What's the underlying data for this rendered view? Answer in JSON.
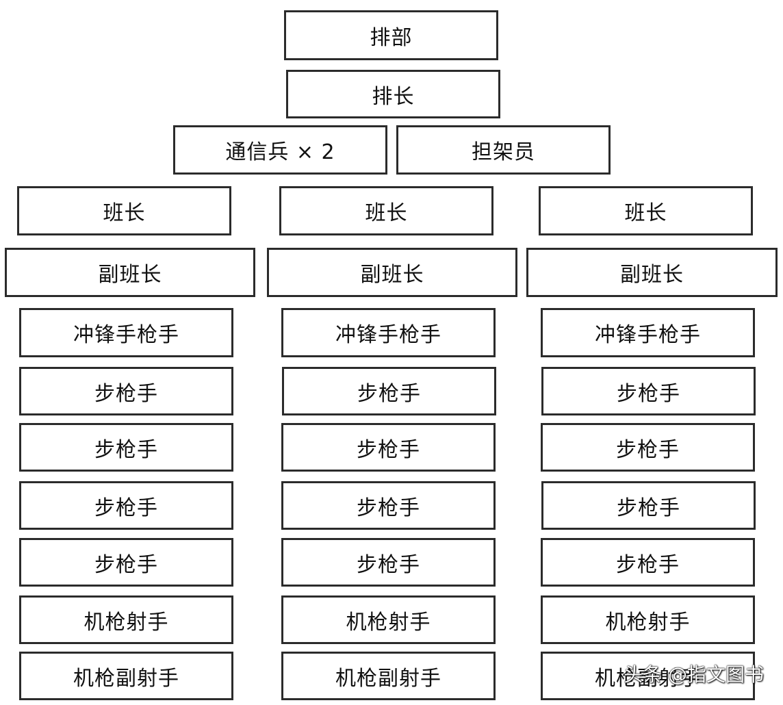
{
  "platoon": {
    "platoon_unit": "排部",
    "platoon_leader": "排长",
    "signalmen": "通信兵 × 2",
    "stretcher_bearer": "担架员"
  },
  "squads": [
    {
      "leader": "班长",
      "deputy": "副班长",
      "smg": "冲锋手枪手",
      "riflemen": [
        "步枪手",
        "步枪手",
        "步枪手",
        "步枪手"
      ],
      "mg_gunner": "机枪射手",
      "mg_assistant": "机枪副射手"
    },
    {
      "leader": "班长",
      "deputy": "副班长",
      "smg": "冲锋手枪手",
      "riflemen": [
        "步枪手",
        "步枪手",
        "步枪手",
        "步枪手"
      ],
      "mg_gunner": "机枪射手",
      "mg_assistant": "机枪副射手"
    },
    {
      "leader": "班长",
      "deputy": "副班长",
      "smg": "冲锋手枪手",
      "riflemen": [
        "步枪手",
        "步枪手",
        "步枪手",
        "步枪手"
      ],
      "mg_gunner": "机枪射手",
      "mg_assistant": "机枪副射手"
    }
  ],
  "watermark": "头条 @指文图书"
}
